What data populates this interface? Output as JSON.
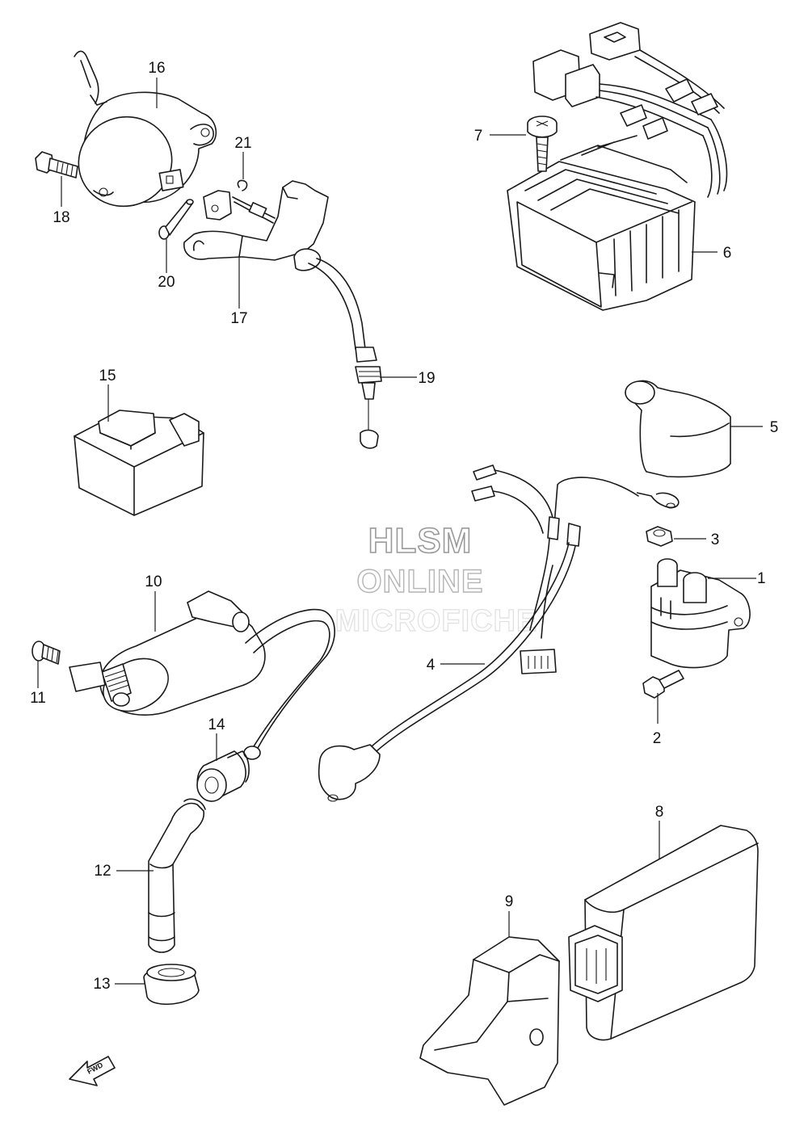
{
  "watermark": {
    "line1": "HLSM",
    "line2": "ONLINE",
    "line3": "MICROFICHE"
  },
  "direction_label": "FWD",
  "parts": [
    {
      "id": "p1",
      "label": "1"
    },
    {
      "id": "p2",
      "label": "2"
    },
    {
      "id": "p3",
      "label": "3"
    },
    {
      "id": "p4",
      "label": "4"
    },
    {
      "id": "p5",
      "label": "5"
    },
    {
      "id": "p6",
      "label": "6"
    },
    {
      "id": "p7",
      "label": "7"
    },
    {
      "id": "p8",
      "label": "8"
    },
    {
      "id": "p9",
      "label": "9"
    },
    {
      "id": "p10",
      "label": "10"
    },
    {
      "id": "p11",
      "label": "11"
    },
    {
      "id": "p12",
      "label": "12"
    },
    {
      "id": "p13",
      "label": "13"
    },
    {
      "id": "p14",
      "label": "14"
    },
    {
      "id": "p15",
      "label": "15"
    },
    {
      "id": "p16",
      "label": "16"
    },
    {
      "id": "p17",
      "label": "17"
    },
    {
      "id": "p18",
      "label": "18"
    },
    {
      "id": "p19",
      "label": "19"
    },
    {
      "id": "p20",
      "label": "20"
    },
    {
      "id": "p21",
      "label": "21"
    }
  ]
}
